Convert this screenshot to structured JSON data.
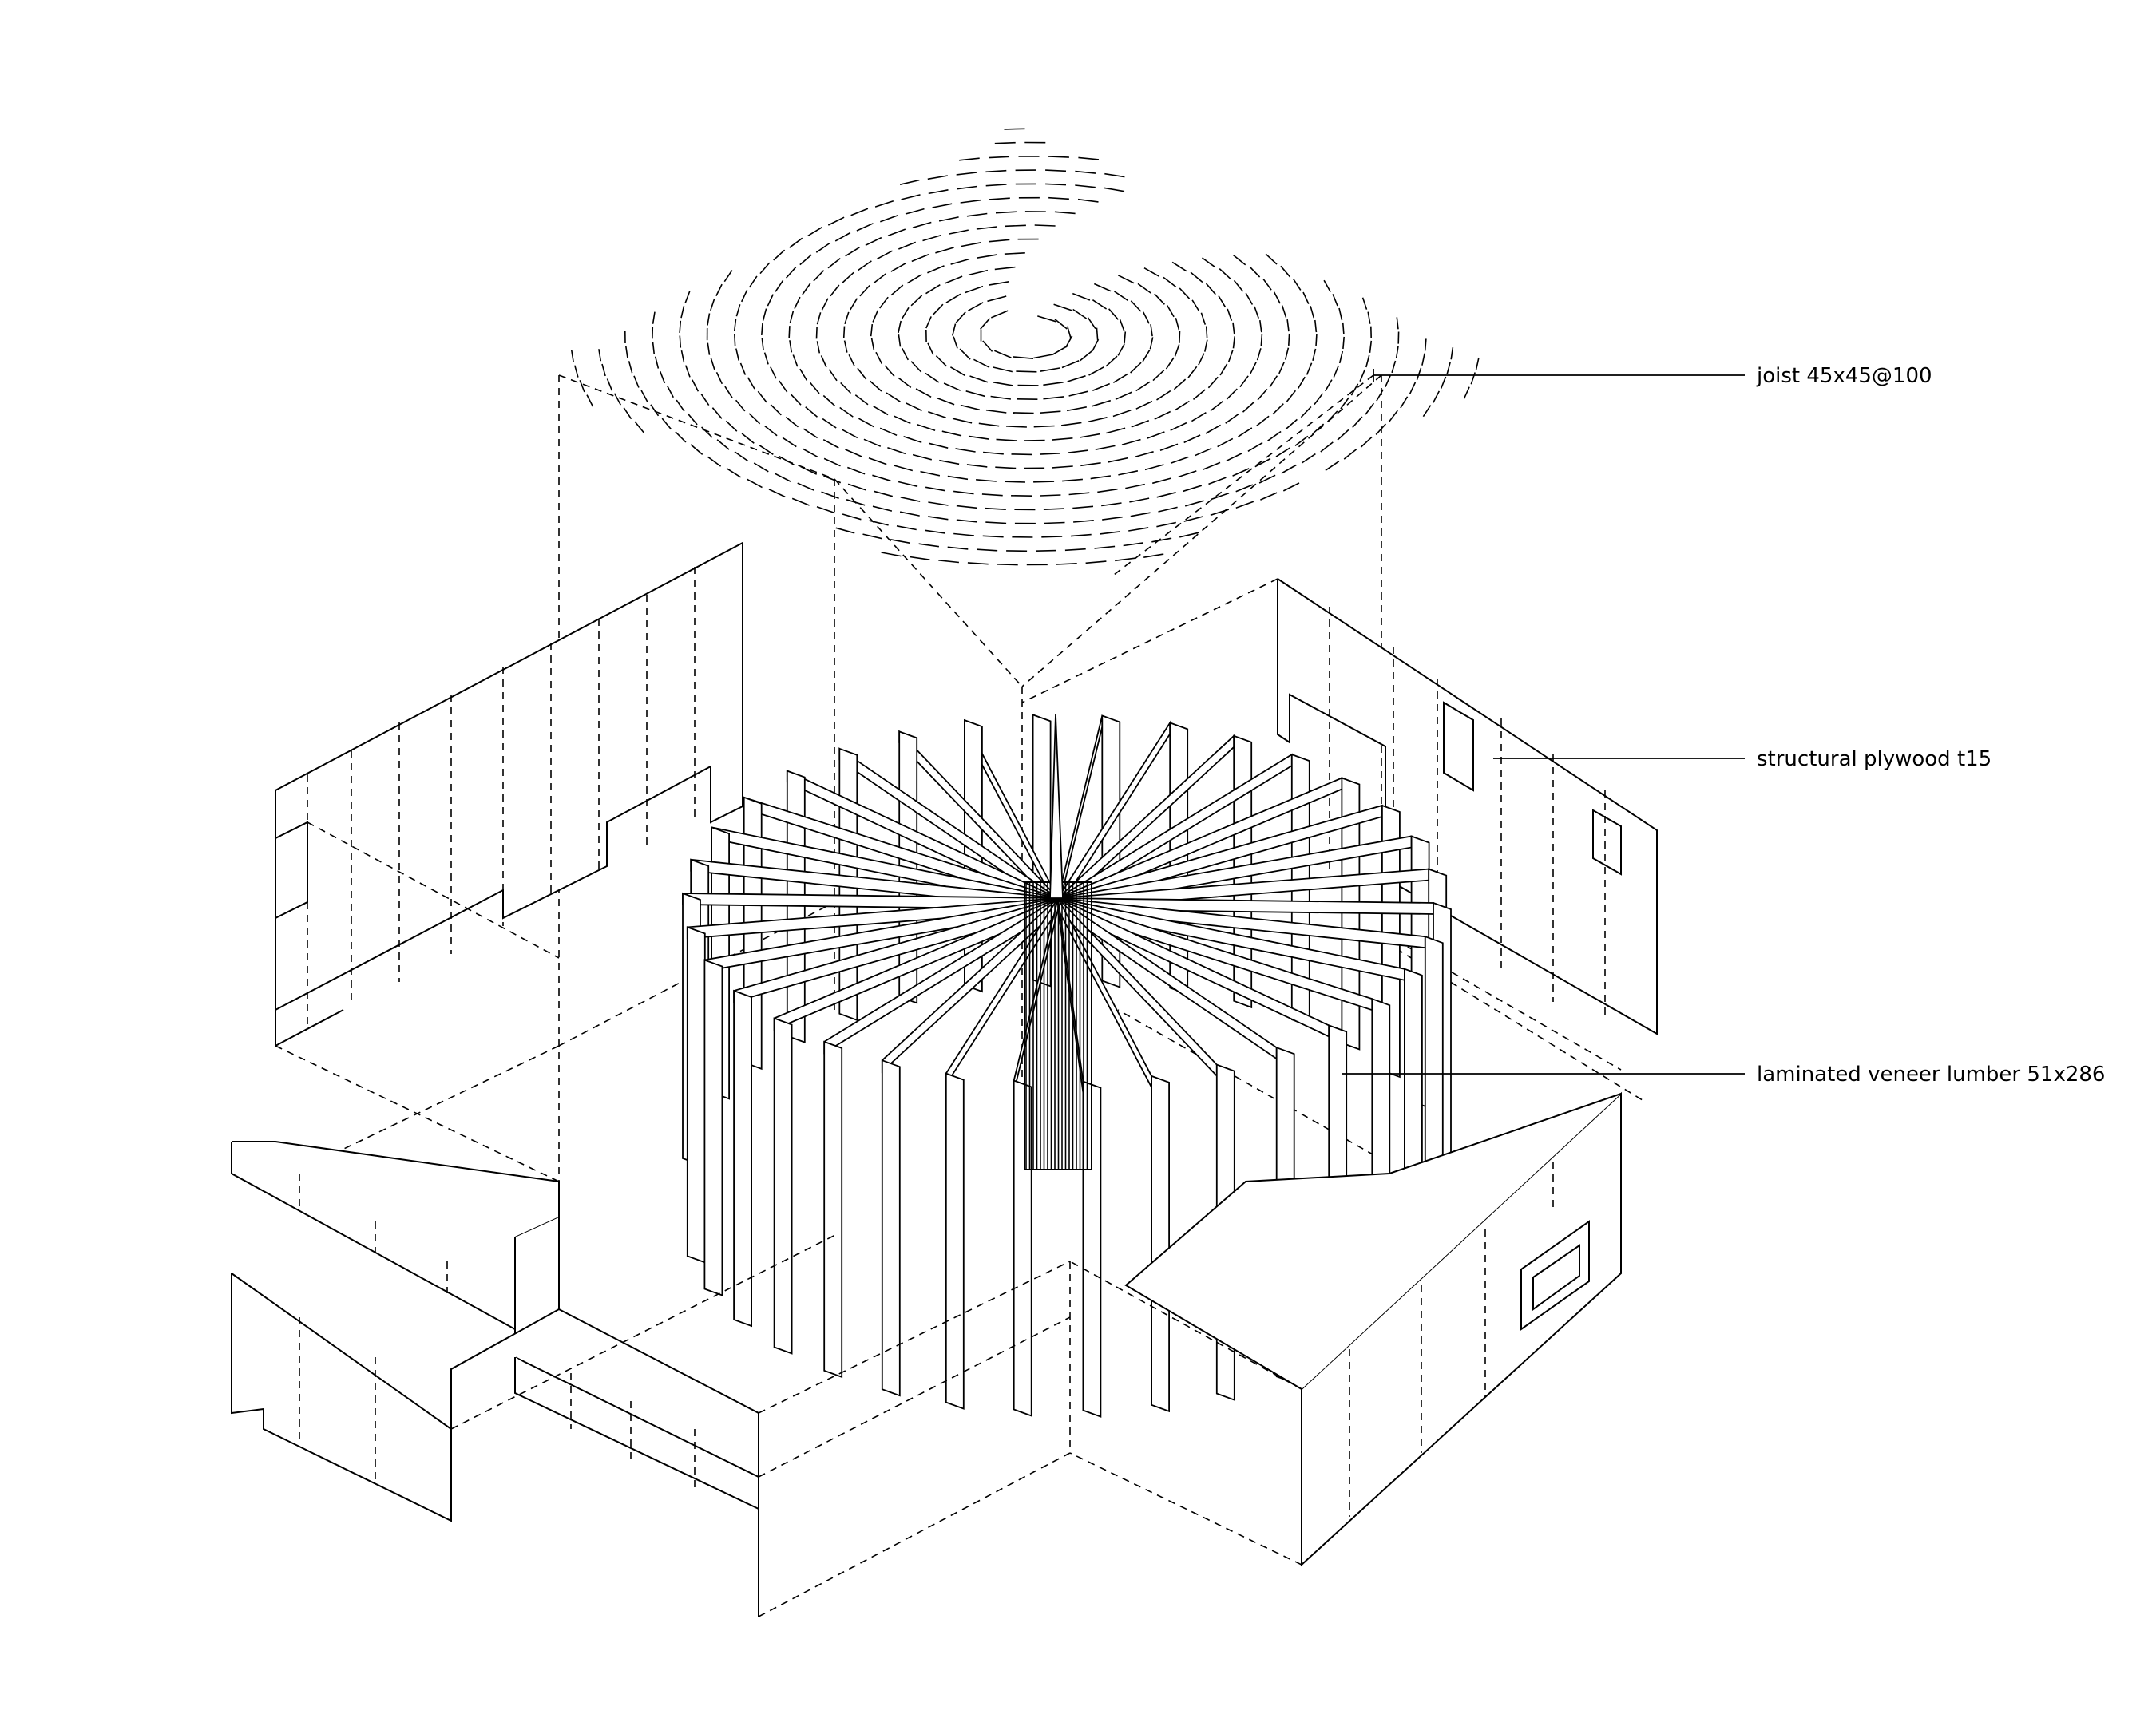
{
  "labels": {
    "joist": "joist 45x45@100",
    "plywood": "structural plywood t15",
    "lvl": "laminated veneer lumber 51x286"
  },
  "colors": {
    "line": "#000000",
    "background": "#ffffff"
  },
  "drawing": {
    "type": "exploded axonometric",
    "radial_beam_count": 34
  }
}
